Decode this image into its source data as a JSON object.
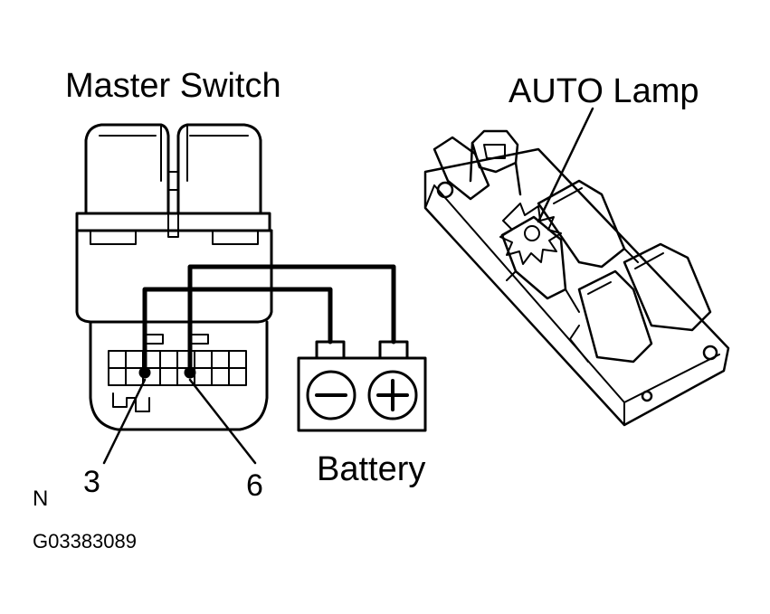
{
  "labels": {
    "master_switch": "Master Switch",
    "auto_lamp": "AUTO Lamp",
    "battery": "Battery",
    "terminal_3": "3",
    "terminal_6": "6",
    "figure_code": "N",
    "figure_id": "G03383089"
  },
  "battery": {
    "negative_symbol": "minus-icon",
    "positive_symbol": "plus-icon"
  },
  "colors": {
    "line": "#000000",
    "background": "#ffffff"
  }
}
